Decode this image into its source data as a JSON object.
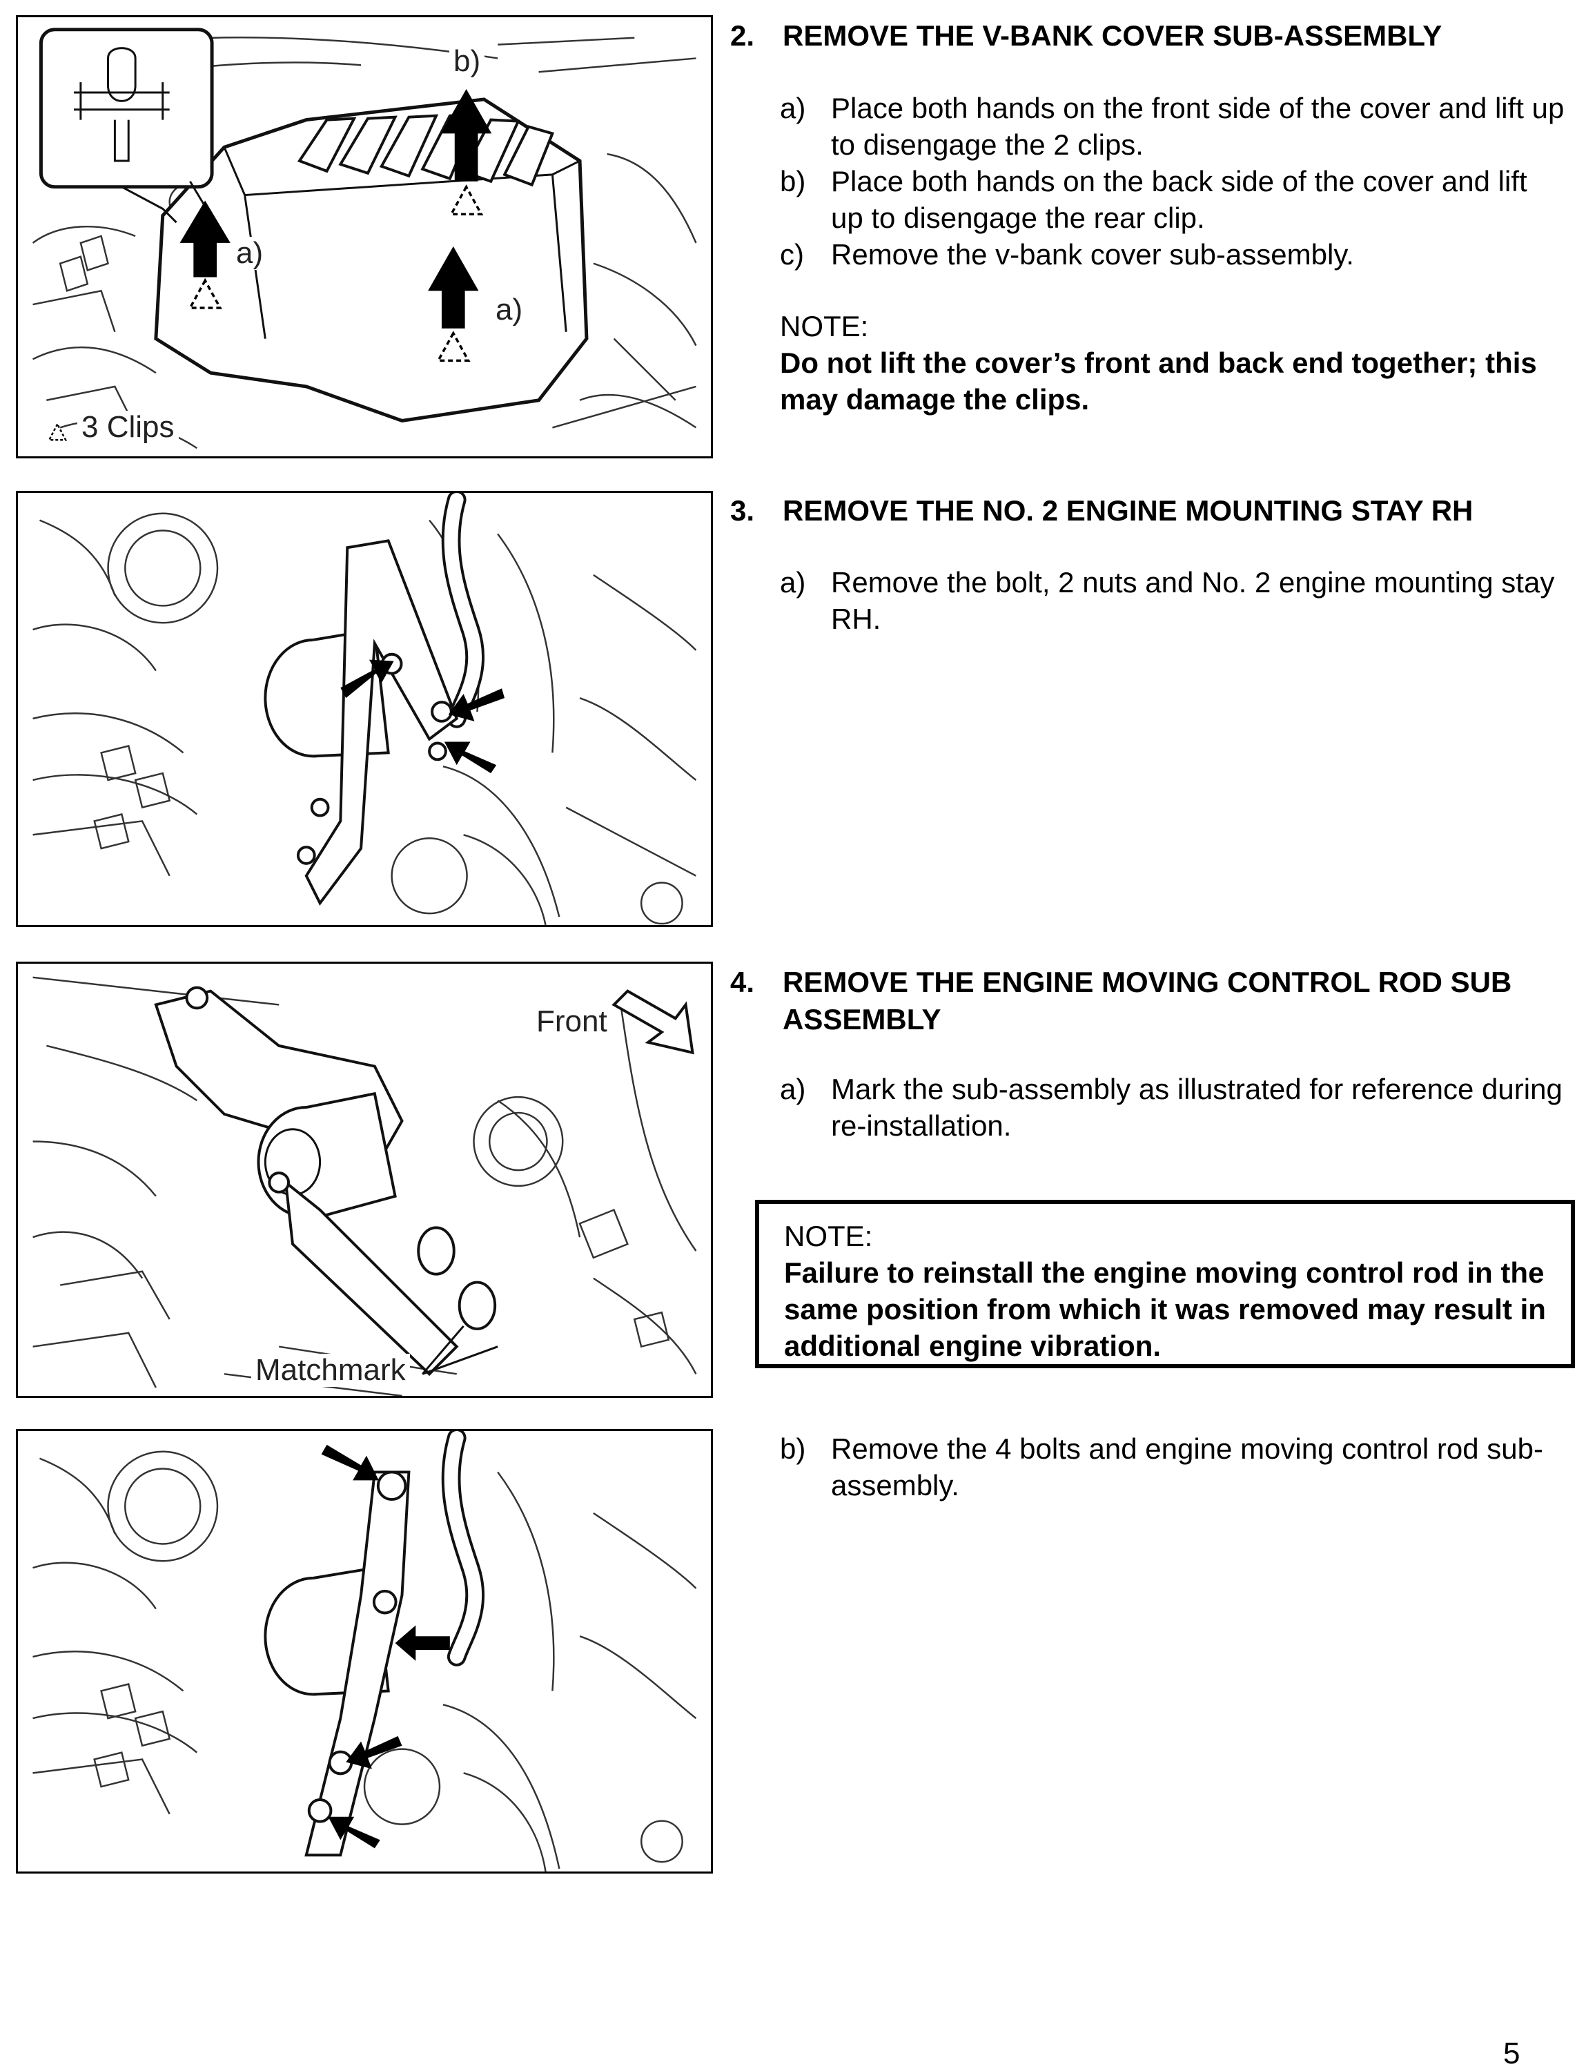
{
  "steps": [
    {
      "number": "2.",
      "title": "REMOVE THE V-BANK COVER SUB-ASSEMBLY",
      "substeps": [
        {
          "marker": "a)",
          "text": "Place both hands on the front side of the cover and lift up to disengage the 2 clips."
        },
        {
          "marker": "b)",
          "text": "Place both hands on the back side of the cover and lift up to disengage the rear clip."
        },
        {
          "marker": "c)",
          "text": "Remove the v-bank cover sub-assembly."
        }
      ],
      "note": {
        "label": "NOTE:",
        "text": "Do not lift the cover’s front and back end together; this may damage the clips."
      }
    },
    {
      "number": "3.",
      "title": "REMOVE THE NO. 2 ENGINE MOUNTING STAY RH",
      "substeps": [
        {
          "marker": "a)",
          "text": "Remove the bolt, 2 nuts and No. 2 engine mounting stay RH."
        }
      ]
    },
    {
      "number": "4.",
      "title": "REMOVE THE ENGINE MOVING CONTROL ROD SUB ASSEMBLY",
      "substeps": [
        {
          "marker": "a)",
          "text": "Mark the sub-assembly as illustrated for reference during re-installation."
        },
        {
          "marker": "b)",
          "text": "Remove the 4 bolts and engine moving control rod sub-assembly."
        }
      ],
      "note": {
        "label": "NOTE:",
        "text": "Failure to reinstall the engine moving control rod in the same position from which it was removed may result in additional engine vibration."
      }
    }
  ],
  "figures": {
    "fig1": {
      "label_b": "b)",
      "label_a1": "a)",
      "label_a2": "a)",
      "legend": "3 Clips"
    },
    "fig3": {
      "front": "Front",
      "matchmark": "Matchmark"
    }
  },
  "page_number": "5"
}
